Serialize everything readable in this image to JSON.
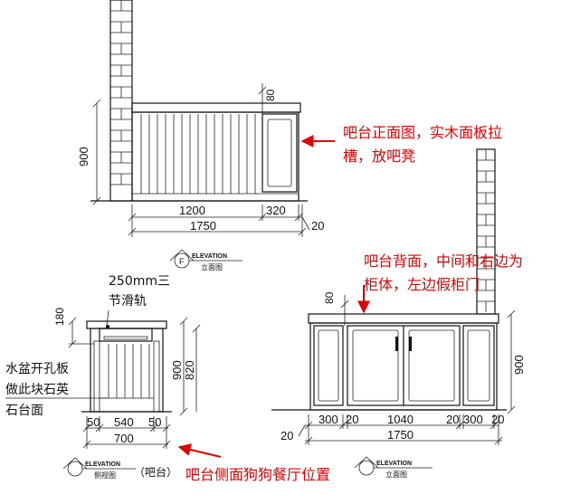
{
  "front_elevation": {
    "height_dim": "900",
    "top_dim": "80",
    "dims_row1": [
      "1200",
      "320"
    ],
    "dims_row2": "1750",
    "side_dim": "20",
    "elev_label": "ELEVATION",
    "elev_cn": "立面图",
    "elev_letter": "F",
    "note_line1": "吧台正面图，实木面板拉",
    "note_line2": "槽，放吧凳"
  },
  "back_elevation": {
    "height_dim": "900",
    "top_dim": "80",
    "dims_row1": [
      "300",
      "20",
      "1040",
      "20",
      "300",
      "20"
    ],
    "dims_row2": "1750",
    "side_dim": "20",
    "elev_label": "ELEVATION",
    "elev_cn": "立面图",
    "note_line1": "吧台背面，中间和右边为",
    "note_line2": "柜体，左边假柜门"
  },
  "side_elevation": {
    "rail_line1": "250mm三",
    "rail_line2": "节滑轨",
    "top_dim": "180",
    "height_dims": [
      "900",
      "820"
    ],
    "dims_row1": [
      "50",
      "540",
      "50"
    ],
    "dims_row2": "700",
    "sink_line1": "水盆开孔板",
    "sink_line2": "做此块石英",
    "sink_line3": "石台面",
    "elev_label": "ELEVATION",
    "elev_cn": "侧视图",
    "elev_suffix": "（吧台）",
    "note": "吧台侧面狗狗餐厅位置"
  },
  "colors": {
    "annotation": "#e00000",
    "line": "#111111"
  }
}
